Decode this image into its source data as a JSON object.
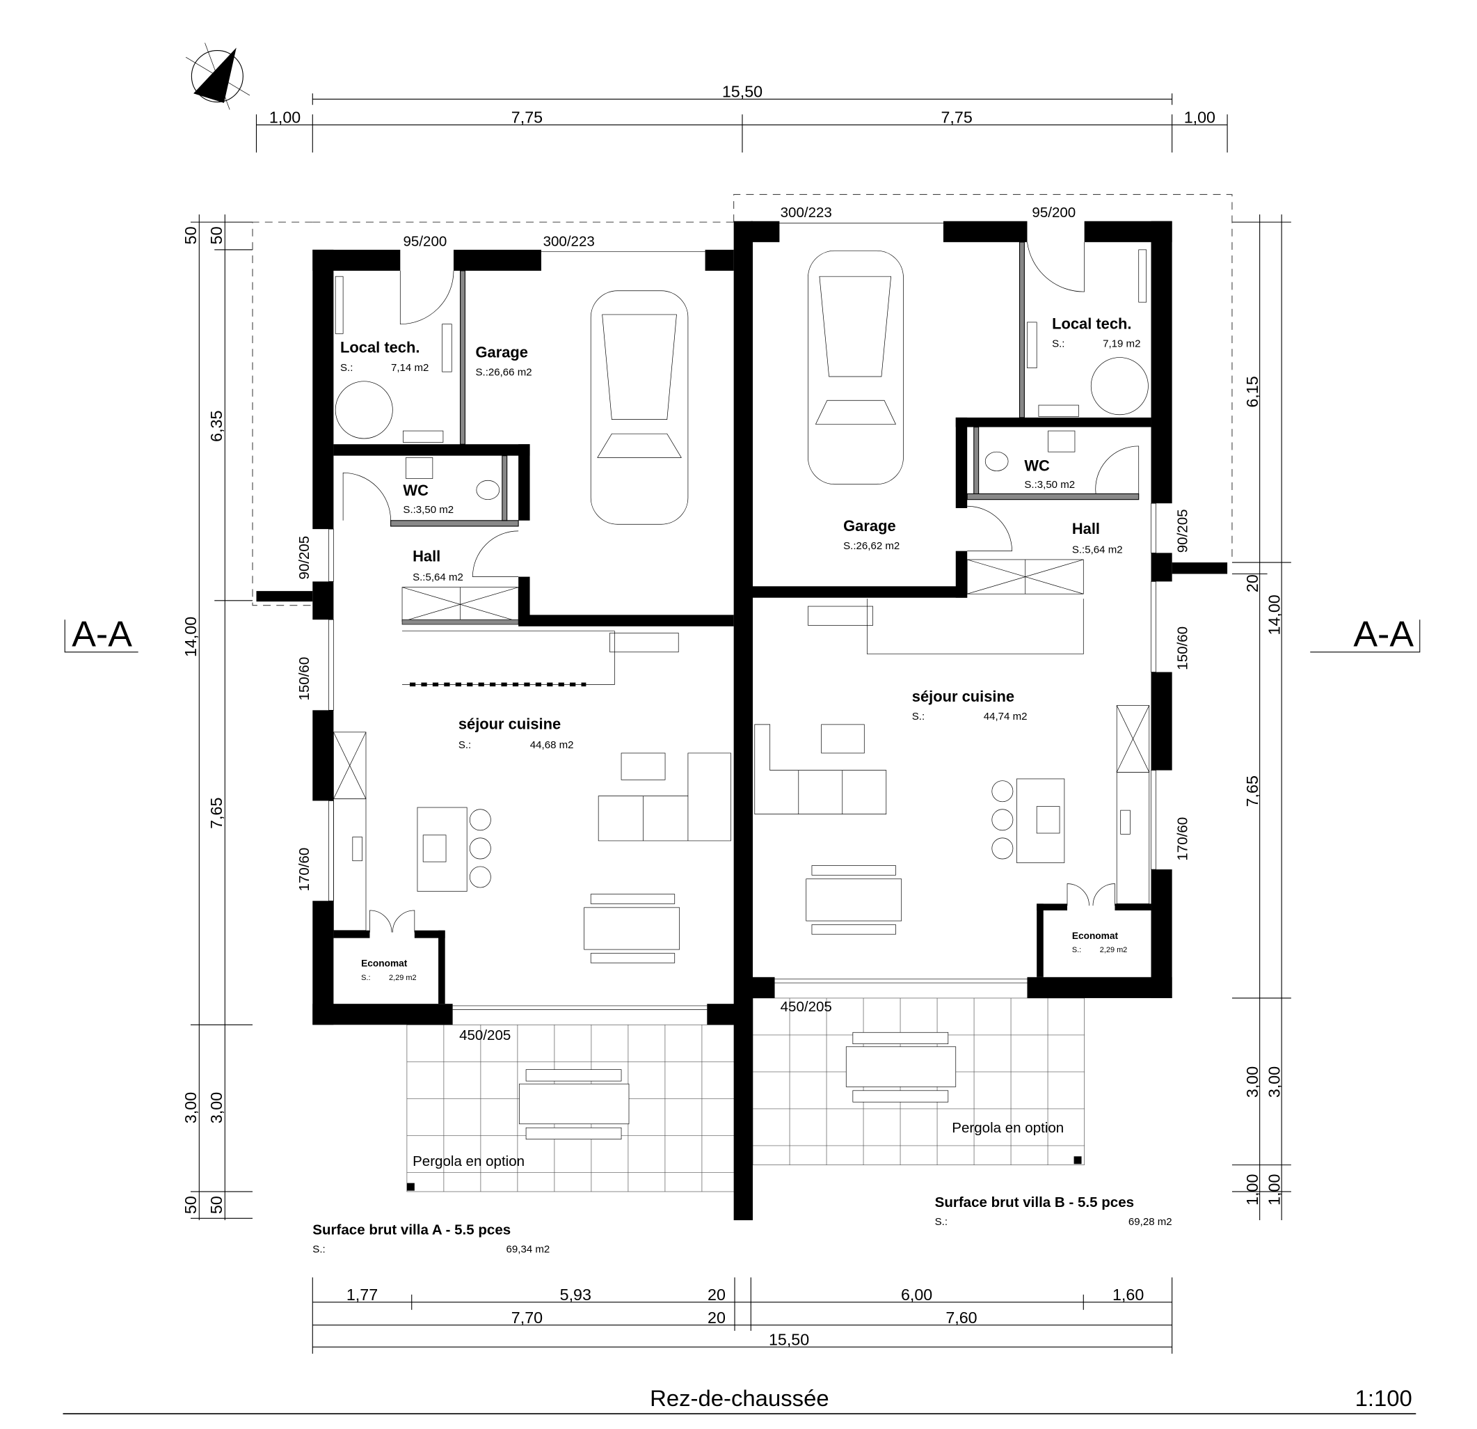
{
  "drawing": {
    "title": "Rez-de-chaussée",
    "scale": "1:100",
    "section": "A-A"
  },
  "dims_top": {
    "total": "15,50",
    "a": "1,00",
    "b": "7,75",
    "c": "7,75",
    "d": "1,00"
  },
  "dims_left": {
    "a": "50",
    "b": "50",
    "c": "6,35",
    "d": "14,00",
    "e": "7,65",
    "f": "3,00",
    "g": "3,00",
    "h": "50",
    "i": "50"
  },
  "dims_right": {
    "a": "6,15",
    "b": "20",
    "c": "14,00",
    "d": "7,65",
    "e": "3,00",
    "f": "3,00",
    "g": "1,00",
    "h": "1,00"
  },
  "dims_bottom": {
    "r1": [
      "1,77",
      "5,93",
      "20",
      "6,00",
      "1,60"
    ],
    "r2": [
      "7,70",
      "20",
      "7,60"
    ],
    "total": "15,50"
  },
  "openings": {
    "a_door_tech": "95/200",
    "a_garage_door": "300/223",
    "a_entry": "90/205",
    "a_win1": "150/60",
    "a_win2": "170/60",
    "a_bay": "450/205",
    "b_door_tech": "95/200",
    "b_garage_door": "300/223",
    "b_entry": "90/205",
    "b_win1": "150/60",
    "b_win2": "170/60",
    "b_bay": "450/205"
  },
  "villa_a": {
    "rooms": [
      {
        "name": "Local tech.",
        "prefix": "S.:",
        "area": "7,14 m2"
      },
      {
        "name": "Garage",
        "area": "S.:26,66 m2"
      },
      {
        "name": "WC",
        "area": "S.:3,50 m2"
      },
      {
        "name": "Hall",
        "area": "S.:5,64 m2"
      },
      {
        "name": "séjour cuisine",
        "prefix": "S.:",
        "area": "44,68 m2"
      },
      {
        "name": "Economat",
        "prefix": "S.:",
        "area": "2,29 m2"
      }
    ],
    "pergola": "Pergola en option",
    "surface_title": "Surface brut villa A - 5.5 pces",
    "surface_prefix": "S.:",
    "surface_value": "69,34 m2"
  },
  "villa_b": {
    "rooms": [
      {
        "name": "Local tech.",
        "prefix": "S.:",
        "area": "7,19 m2"
      },
      {
        "name": "Garage",
        "area": "S.:26,62 m2"
      },
      {
        "name": "WC",
        "area": "S.:3,50 m2"
      },
      {
        "name": "Hall",
        "area": "S.:5,64 m2"
      },
      {
        "name": "séjour cuisine",
        "prefix": "S.:",
        "area": "44,74 m2"
      },
      {
        "name": "Economat",
        "prefix": "S.:",
        "area": "2,29 m2"
      }
    ],
    "pergola": "Pergola en option",
    "surface_title": "Surface brut villa B - 5.5 pces",
    "surface_prefix": "S.:",
    "surface_value": "69,28 m2"
  }
}
